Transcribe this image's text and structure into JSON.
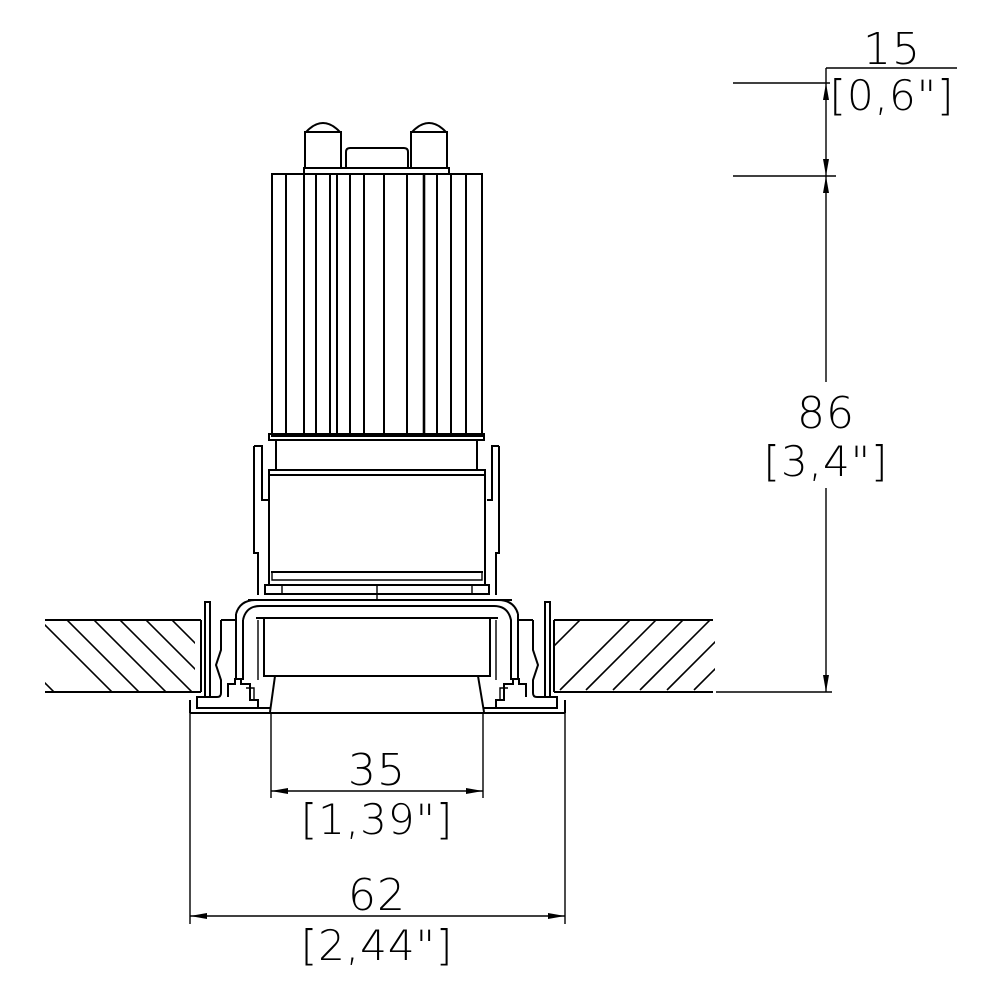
{
  "drawing": {
    "title": "Recessed downlight fixture – cross-section with dimensions",
    "line_color": "#000000",
    "background": "#ffffff"
  },
  "dimensions": {
    "top_offset": {
      "metric": "15",
      "imperial": "[0,6\"]"
    },
    "height": {
      "metric": "86",
      "imperial": "[3,4\"]"
    },
    "aperture": {
      "metric": "35",
      "imperial": "[1,39\"]"
    },
    "overall_width": {
      "metric": "62",
      "imperial": "[2,44\"]"
    }
  }
}
